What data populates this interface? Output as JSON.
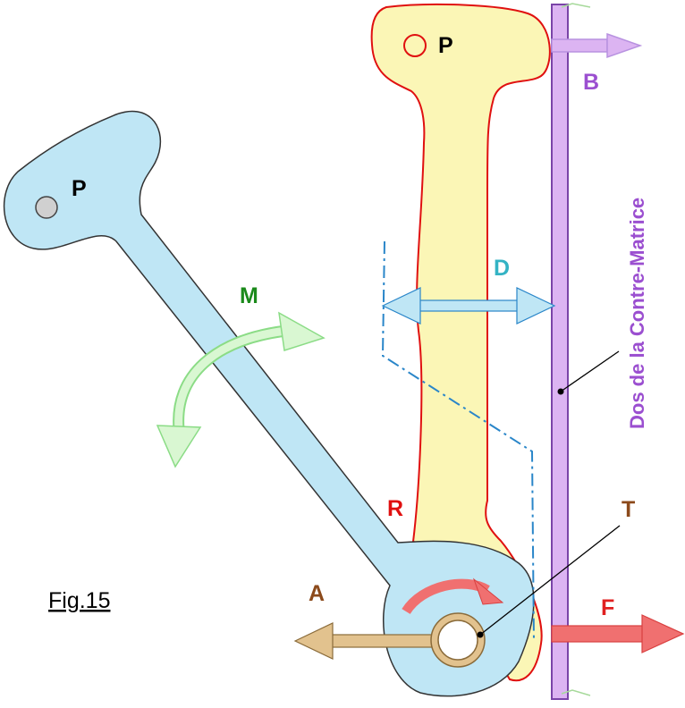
{
  "diagram": {
    "figure_caption": "Fig.15",
    "labels": {
      "pivot_blue": "P",
      "pivot_yellow": "P",
      "rotation_M": "M",
      "gap_D": "D",
      "push_B": "B",
      "part_R": "R",
      "point_T": "T",
      "force_A": "A",
      "force_F": "F",
      "plate_name": "Dos de la Contre-Matrice"
    },
    "colors": {
      "blue_fill": "#bfe6f5",
      "blue_stroke": "#333333",
      "yellow_fill": "#fbf6b6",
      "red_stroke": "#e01010",
      "plate_fill": "#dcb4f2",
      "plate_stroke": "#7a44a8",
      "purple_text": "#9b4fd0",
      "green": "#1b8a1b",
      "green_arrow_fill": "#d9f7d2",
      "green_arrow_stroke": "#8bdc86",
      "cyan_text": "#33b3c4",
      "cyan_line": "#2a86c9",
      "tan_fill": "#e2c28e",
      "tan_stroke": "#8a6b3a",
      "brown_text": "#8c4a1b",
      "red_arrow_fill": "#f07070",
      "red_arrow_stroke": "#d94040",
      "red_text": "#e02020"
    }
  }
}
